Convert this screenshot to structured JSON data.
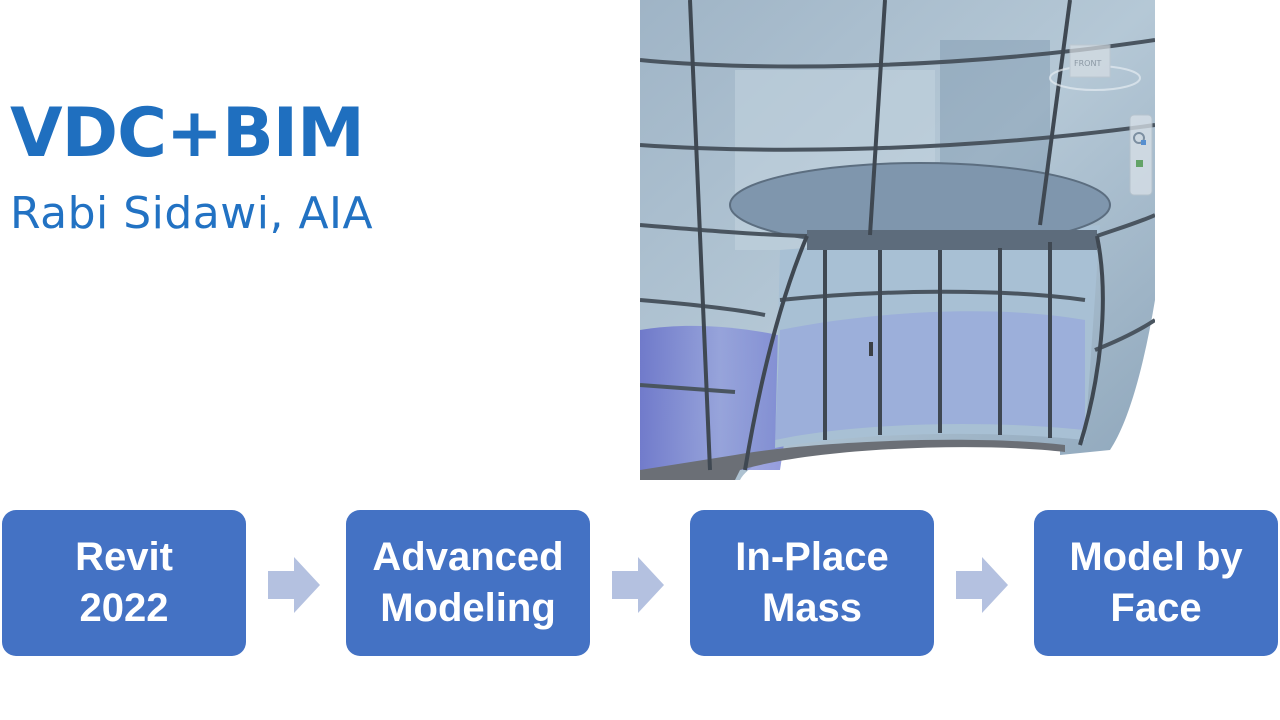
{
  "slide": {
    "title": "VDC+BIM",
    "subtitle": "Rabi Sidawi, AIA",
    "image": {
      "description": "Revit 3D render of curved glass curtain wall building with entrance canopy",
      "view_cube_label": "FRONT"
    },
    "process_flow": [
      {
        "line1": "Revit",
        "line2": "2022"
      },
      {
        "line1": "Advanced",
        "line2": "Modeling"
      },
      {
        "line1": "In-Place",
        "line2": "Mass"
      },
      {
        "line1": "Model by",
        "line2": "Face"
      }
    ],
    "colors": {
      "title": "#1f6fbf",
      "box": "#4472c4",
      "box_text": "#ffffff",
      "arrow": "#b4c1e0"
    }
  }
}
